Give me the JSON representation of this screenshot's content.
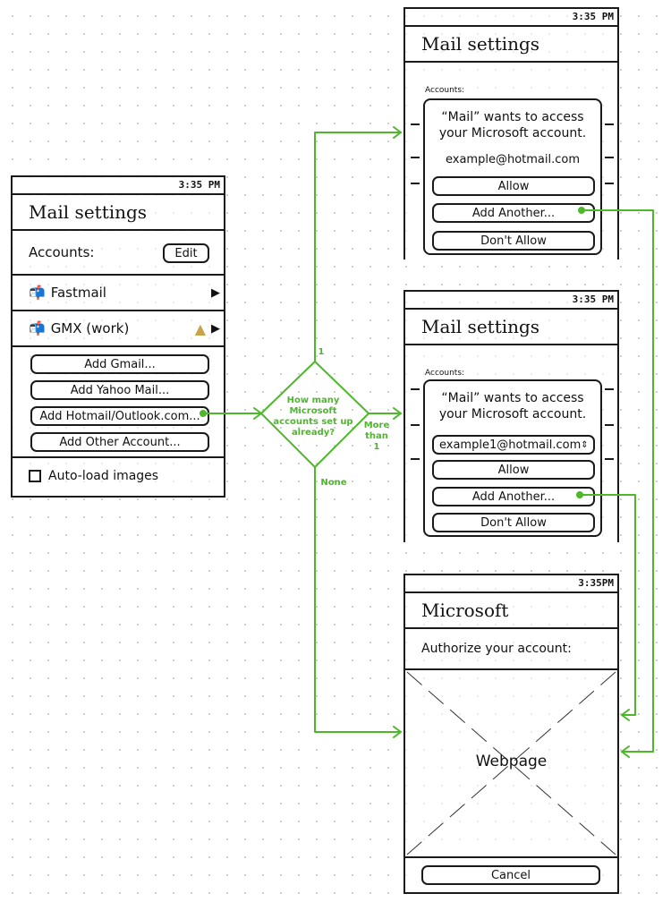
{
  "colors": {
    "flow": "#4cb82a",
    "ink": "#1a1a1a",
    "warning": "#c9a24a"
  },
  "screen_main": {
    "time": "3:35 PM",
    "title": "Mail settings",
    "accounts_label": "Accounts:",
    "edit_label": "Edit",
    "accounts": [
      {
        "icon": "mailbox-icon",
        "name": "Fastmail",
        "warning": false
      },
      {
        "icon": "mailbox-icon",
        "name": "GMX (work)",
        "warning": true
      }
    ],
    "add_buttons": [
      "Add Gmail...",
      "Add Yahoo Mail...",
      "Add Hotmail/Outlook.com...",
      "Add Other Account..."
    ],
    "autoload_label": "Auto-load images"
  },
  "decision": {
    "question": "How many Microsoft accounts set up already?",
    "branch_one": "1",
    "branch_more": "More than 1",
    "branch_none": "None"
  },
  "screen_one": {
    "time": "3:35 PM",
    "title": "Mail settings",
    "accounts_label": "Accounts:",
    "message": "“Mail” wants to access your Microsoft account.",
    "email": "example@hotmail.com",
    "allow": "Allow",
    "add_another": "Add Another...",
    "dont_allow": "Don't Allow"
  },
  "screen_more": {
    "time": "3:35 PM",
    "title": "Mail settings",
    "accounts_label": "Accounts:",
    "message": "“Mail” wants to access your Microsoft account.",
    "email_select": "example1@hotmail.com",
    "allow": "Allow",
    "add_another": "Add Another...",
    "dont_allow": "Don't Allow"
  },
  "screen_ms": {
    "time": "3:35PM",
    "title": "Microsoft",
    "prompt": "Authorize your account:",
    "webpage_label": "Webpage",
    "cancel": "Cancel"
  }
}
